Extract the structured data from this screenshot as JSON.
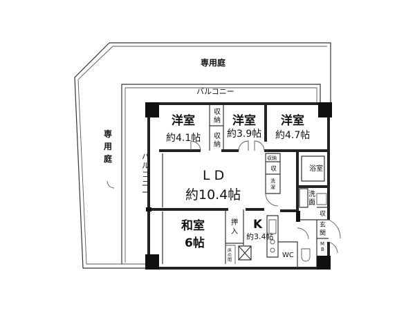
{
  "garden_top": "専用庭",
  "garden_left": [
    "専",
    "用",
    "庭"
  ],
  "balcony_top": "バルコニー",
  "balcony_left": [
    "バ",
    "ル",
    "コ",
    "ニ",
    "ー"
  ],
  "rooms": {
    "western1": {
      "name": "洋室",
      "size": "約4.1帖"
    },
    "western2": {
      "name": "洋室",
      "size": "約3.9帖"
    },
    "western3": {
      "name": "洋室",
      "size": "約4.7帖"
    },
    "ld": {
      "name": "L D",
      "size": "約10.4帖"
    },
    "japanese": {
      "name": "和室",
      "size": "6帖"
    },
    "kitchen": {
      "name": "K",
      "size": "約3.4帖"
    }
  },
  "storage": {
    "closet1": [
      "収",
      "納"
    ],
    "closet2": [
      "収",
      "納"
    ],
    "shuno_small": "収納",
    "shu": "収",
    "sentaku": [
      "洗",
      "濯"
    ],
    "oshiire": [
      "押",
      "入"
    ],
    "tokonoma": [
      "床",
      "の",
      "間"
    ],
    "genkan_shu": "収",
    "genkan": [
      "玄",
      "関"
    ],
    "mb": [
      "M",
      "B"
    ]
  },
  "wet": {
    "bath": "浴室",
    "senmen": [
      "洗",
      "面"
    ],
    "wc": "WC"
  }
}
